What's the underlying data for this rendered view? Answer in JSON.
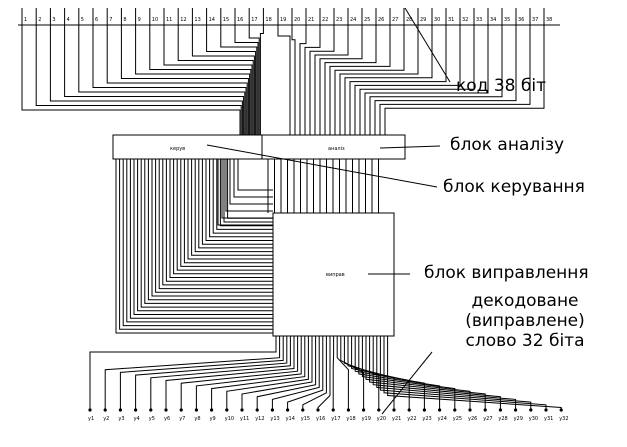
{
  "inputs": [
    "1",
    "2",
    "3",
    "4",
    "5",
    "6",
    "7",
    "8",
    "9",
    "10",
    "11",
    "12",
    "13",
    "14",
    "15",
    "16",
    "17",
    "18",
    "19",
    "20",
    "21",
    "22",
    "23",
    "24",
    "25",
    "26",
    "27",
    "28",
    "29",
    "30",
    "31",
    "32",
    "33",
    "34",
    "35",
    "36",
    "37",
    "38"
  ],
  "outputs": [
    "y1",
    "y2",
    "y3",
    "y4",
    "y5",
    "y6",
    "y7",
    "y8",
    "y9",
    "y10",
    "y11",
    "y12",
    "y13",
    "y14",
    "y15",
    "y16",
    "y17",
    "y18",
    "y19",
    "y20",
    "y21",
    "y22",
    "y23",
    "y24",
    "y25",
    "y26",
    "y27",
    "y28",
    "y29",
    "y30",
    "y31",
    "y32"
  ],
  "blocks": {
    "control": "керув",
    "analysis": "аналіз",
    "correction": "виправ"
  },
  "callouts": {
    "code": "код 38 біт",
    "analysis": "блок аналізу",
    "control": "блок керування",
    "correction": "блок виправлення",
    "decoded_line1": "декодоване",
    "decoded_line2": "(виправлене)",
    "decoded_line3": "слово 32 біта"
  }
}
